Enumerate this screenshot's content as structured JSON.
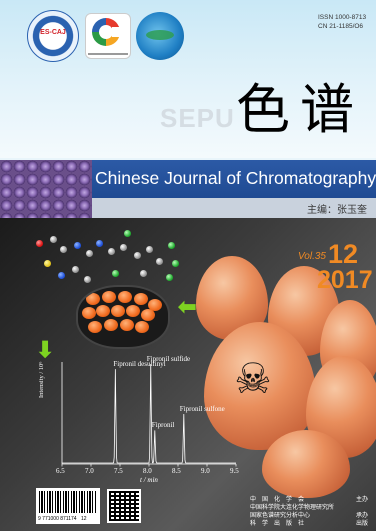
{
  "logos": {
    "escaj": "ES-CAJ"
  },
  "header": {
    "issn": "ISSN 1000-8713",
    "cn": "CN 21-1185/O6",
    "sepu": "SEPU",
    "title_cn": "色谱"
  },
  "band": {
    "title_en": "Chinese Journal of Chromatography",
    "editor": "主编：张玉奎"
  },
  "issue": {
    "vol_label": "Vol.35",
    "number": "12",
    "year": "2017"
  },
  "chart_data": {
    "type": "line",
    "xlabel": "t / min",
    "ylabel": "Intensity / 10⁶",
    "xlim": [
      6.5,
      9.5
    ],
    "x_ticks": [
      "6.5",
      "7.0",
      "7.5",
      "8.0",
      "8.5",
      "9.0",
      "9.5"
    ],
    "peaks": [
      {
        "name": "Fipronil desulfinyl",
        "x": 7.42,
        "height": 0.92
      },
      {
        "name": "Fipronil sulfide",
        "x": 8.03,
        "height": 0.97
      },
      {
        "name": "Fipronil",
        "x": 8.1,
        "height": 0.32
      },
      {
        "name": "Fipronil sulfone",
        "x": 8.6,
        "height": 0.48
      }
    ]
  },
  "footer": {
    "barcode_number": "9 771000 871174",
    "issue_code": "12",
    "publisher_lines": [
      "中　国　化　学　会",
      "中国科学院大连化学物理研究所",
      "国家色谱研究分析中心",
      "科　学　出　版　社"
    ],
    "publisher_roles": [
      "主办",
      "承办",
      "出版"
    ]
  }
}
